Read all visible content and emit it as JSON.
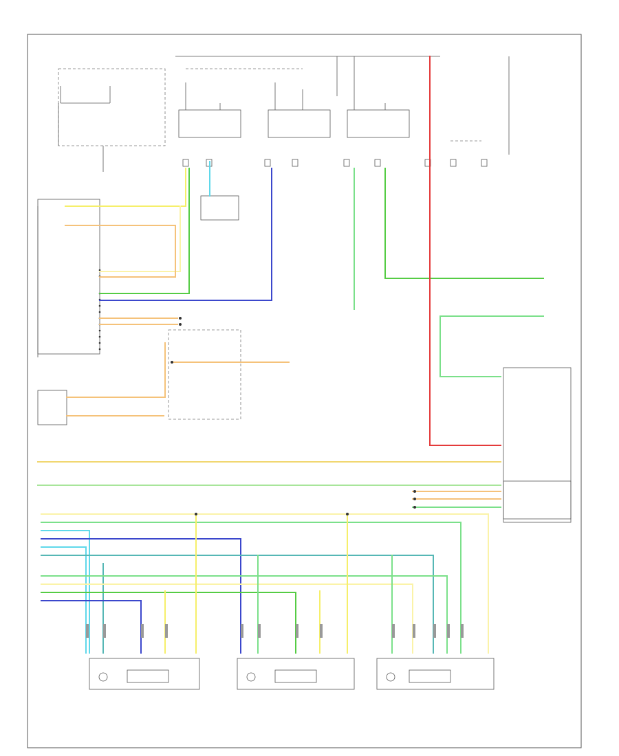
{
  "diagram": {
    "footer_code": "",
    "colors": {
      "yellow": "#f6ef6a",
      "light_yellow": "#fbf3a8",
      "orange": "#f5c27a",
      "tan": "#e9c98c",
      "green": "#55cc44",
      "light_green": "#7be08a",
      "dark_green": "#2f9e44",
      "cyan": "#5fd8ea",
      "blue": "#3b47cc",
      "teal": "#56b7b5",
      "red": "#e43b3b",
      "gray": "#8a8a8a"
    },
    "components": [
      {
        "id": "seat-heating-module",
        "label": ""
      },
      {
        "id": "blend-door-actuator",
        "label": ""
      },
      {
        "id": "mode-door-actuator",
        "label": ""
      },
      {
        "id": "recirculation-door-actuator",
        "label": ""
      },
      {
        "id": "hvac-control-module",
        "label": ""
      },
      {
        "id": "engine-control-module",
        "label": ""
      },
      {
        "id": "ac-refrigerant-pressure-sensor",
        "label": ""
      },
      {
        "id": "compressor-clutch-relay",
        "label": ""
      },
      {
        "id": "ambient-temp-sensor",
        "label": ""
      }
    ]
  }
}
